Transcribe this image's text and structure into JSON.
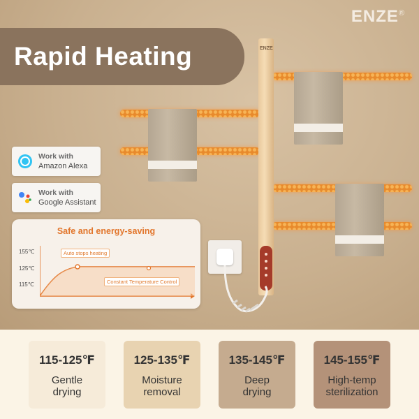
{
  "brand": {
    "name": "ENZE",
    "mark": "®"
  },
  "title": "Rapid Heating",
  "product": {
    "pole_label": "ENZE"
  },
  "integrations": [
    {
      "line1": "Work with",
      "line2": "Amazon Alexa",
      "icon": "alexa-icon"
    },
    {
      "line1": "Work with",
      "line2": "Google Assistant",
      "icon": "google-assistant-icon"
    }
  ],
  "energy_card": {
    "title": "Safe and energy-saving",
    "y_labels": [
      "155℃",
      "125℃",
      "115℃"
    ],
    "annotation_top": "Auto stops heating",
    "annotation_bottom": "Constant Temperature Control"
  },
  "temperature_modes": [
    {
      "range": "115-125℉",
      "line1": "Gentle",
      "line2": "drying",
      "color": "#f6ebd9"
    },
    {
      "range": "125-135℉",
      "line1": "Moisture",
      "line2": "removal",
      "color": "#e8d3b1"
    },
    {
      "range": "135-145℉",
      "line1": "Deep",
      "line2": "drying",
      "color": "#c5ab8f"
    },
    {
      "range": "145-155℉",
      "line1": "High-temp",
      "line2": "sterilization",
      "color": "#b49279"
    }
  ],
  "colors": {
    "accent_orange": "#e2762c",
    "banner": "#8a735d",
    "control_panel": "#a53b2a"
  }
}
